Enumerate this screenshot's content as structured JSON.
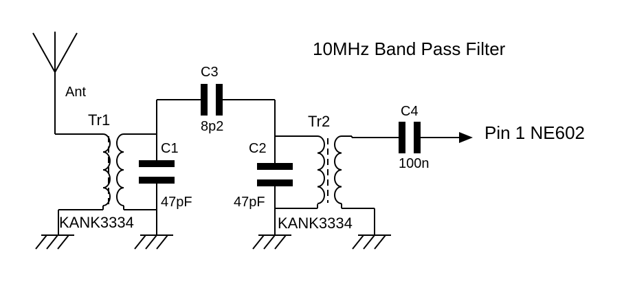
{
  "title": "10MHz Band Pass Filter",
  "antenna": {
    "label": "Ant"
  },
  "output": {
    "label": "Pin 1 NE602"
  },
  "transformers": [
    {
      "ref": "Tr1",
      "part": "KANK3334"
    },
    {
      "ref": "Tr2",
      "part": "KANK3334"
    }
  ],
  "capacitors": [
    {
      "ref": "C1",
      "value": "47pF"
    },
    {
      "ref": "C2",
      "value": "47pF"
    },
    {
      "ref": "C3",
      "value": "8p2"
    },
    {
      "ref": "C4",
      "value": "100n"
    }
  ],
  "colors": {
    "ink": "#000000",
    "background": "#ffffff"
  }
}
